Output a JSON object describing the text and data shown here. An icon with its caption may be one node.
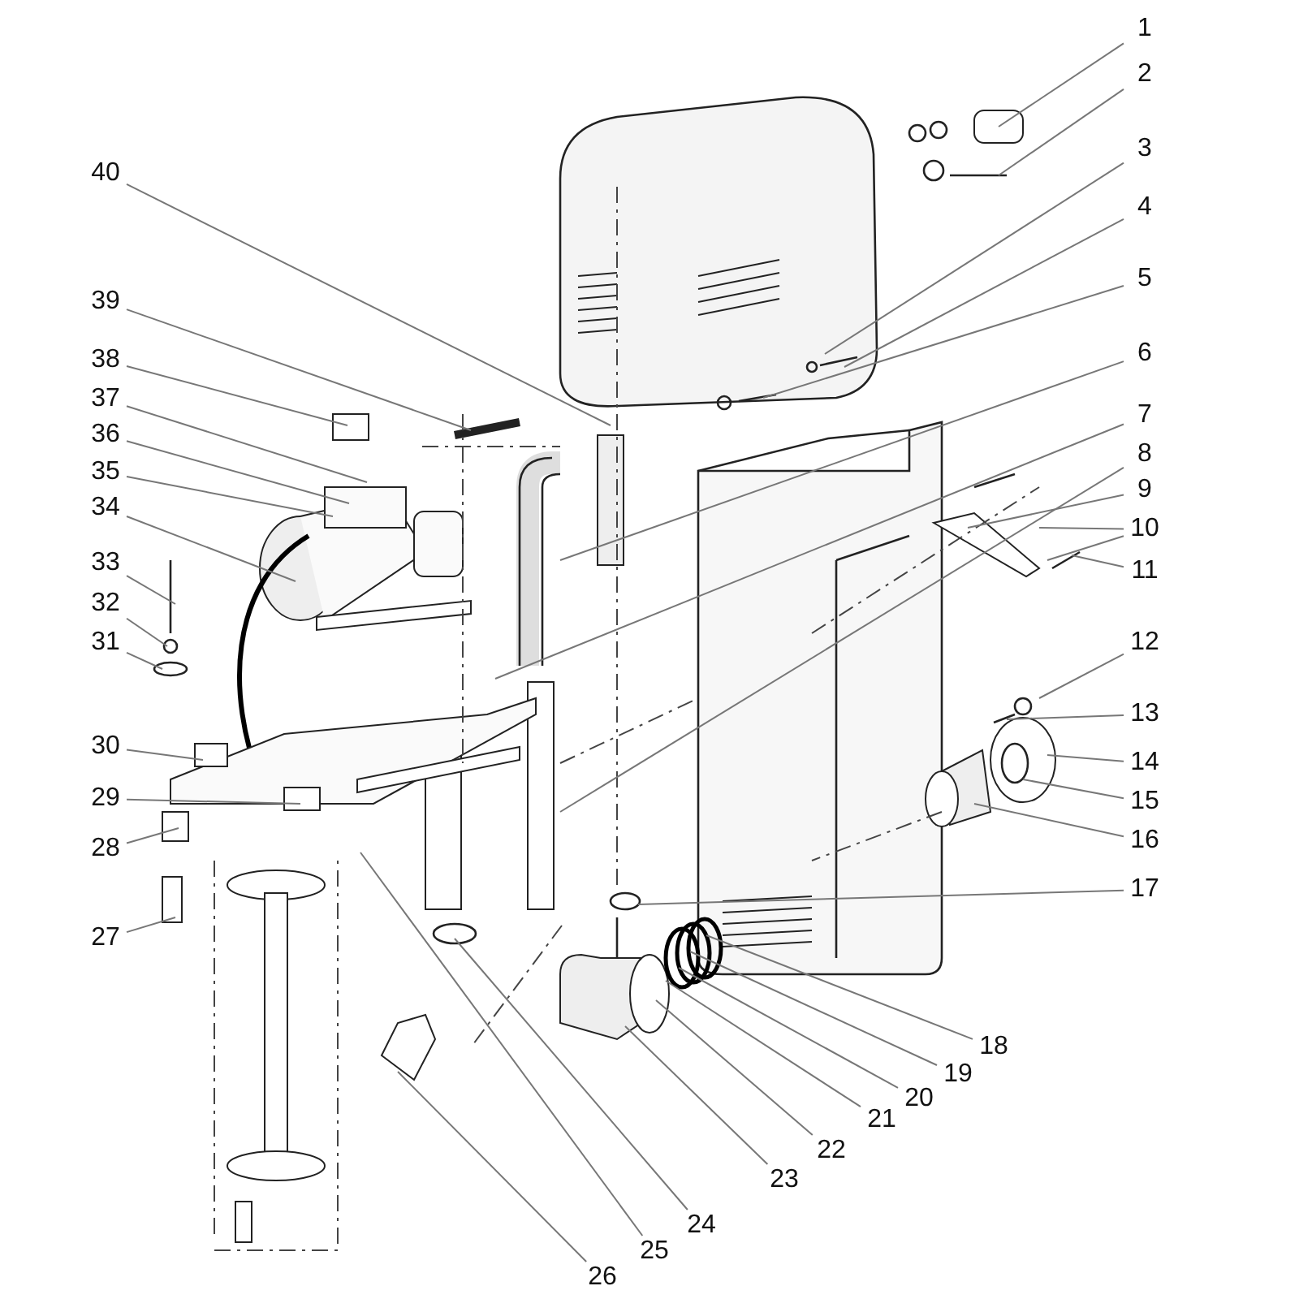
{
  "diagram": {
    "nodes": [
      {
        "text": [
          "1"
        ]
      },
      {
        "text": [
          "2"
        ]
      },
      {
        "text": [
          "3"
        ]
      },
      {
        "text": [
          "4"
        ]
      },
      {
        "text": [
          "5"
        ]
      },
      {
        "text": [
          "6"
        ]
      },
      {
        "text": [
          "7"
        ]
      },
      {
        "text": [
          "8"
        ]
      },
      {
        "text": [
          "9"
        ]
      },
      {
        "text": [
          "10"
        ]
      },
      {
        "text": [
          "11"
        ]
      },
      {
        "text": [
          "12"
        ]
      },
      {
        "text": [
          "13"
        ]
      },
      {
        "text": [
          "14"
        ]
      },
      {
        "text": [
          "15"
        ]
      },
      {
        "text": [
          "16"
        ]
      },
      {
        "text": [
          "17"
        ]
      },
      {
        "text": [
          "18"
        ]
      },
      {
        "text": [
          "19"
        ]
      },
      {
        "text": [
          "20"
        ]
      },
      {
        "text": [
          "21"
        ]
      },
      {
        "text": [
          "22"
        ]
      },
      {
        "text": [
          "23"
        ]
      },
      {
        "text": [
          "24"
        ]
      },
      {
        "text": [
          "25"
        ]
      },
      {
        "text": [
          "26"
        ]
      },
      {
        "text": [
          "27"
        ]
      },
      {
        "text": [
          "28"
        ]
      },
      {
        "text": [
          "29"
        ]
      },
      {
        "text": [
          "30"
        ]
      },
      {
        "text": [
          "31"
        ]
      },
      {
        "text": [
          "32"
        ]
      },
      {
        "text": [
          "33"
        ]
      },
      {
        "text": [
          "34"
        ]
      },
      {
        "text": [
          "35"
        ]
      },
      {
        "text": [
          "36"
        ]
      },
      {
        "text": [
          "37"
        ]
      },
      {
        "text": [
          "38"
        ]
      },
      {
        "text": [
          "39"
        ]
      },
      {
        "text": [
          "40"
        ]
      }
    ],
    "edges": [
      {
        "from": 0,
        "to": null,
        "arrow": "none"
      },
      {
        "from": 1,
        "to": null,
        "arrow": "none"
      },
      {
        "from": 2,
        "to": null,
        "arrow": "none"
      },
      {
        "from": 3,
        "to": null,
        "arrow": "none"
      },
      {
        "from": 4,
        "to": null,
        "arrow": "none"
      },
      {
        "from": 5,
        "to": null,
        "arrow": "none"
      },
      {
        "from": 6,
        "to": null,
        "arrow": "none"
      },
      {
        "from": 7,
        "to": null,
        "arrow": "none"
      },
      {
        "from": 8,
        "to": null,
        "arrow": "none"
      },
      {
        "from": 9,
        "to": null,
        "arrow": "none"
      },
      {
        "from": 9,
        "to": null,
        "arrow": "none"
      },
      {
        "from": 10,
        "to": null,
        "arrow": "none"
      },
      {
        "from": 11,
        "to": null,
        "arrow": "none"
      },
      {
        "from": 12,
        "to": null,
        "arrow": "none"
      },
      {
        "from": 13,
        "to": null,
        "arrow": "none"
      },
      {
        "from": 14,
        "to": null,
        "arrow": "none"
      },
      {
        "from": 15,
        "to": null,
        "arrow": "none"
      },
      {
        "from": 16,
        "to": null,
        "arrow": "none"
      },
      {
        "from": 17,
        "to": null,
        "arrow": "none"
      },
      {
        "from": 18,
        "to": null,
        "arrow": "none"
      },
      {
        "from": 19,
        "to": null,
        "arrow": "none"
      },
      {
        "from": 20,
        "to": null,
        "arrow": "none"
      },
      {
        "from": 21,
        "to": null,
        "arrow": "none"
      },
      {
        "from": 22,
        "to": null,
        "arrow": "none"
      },
      {
        "from": 23,
        "to": null,
        "arrow": "none"
      },
      {
        "from": 24,
        "to": null,
        "arrow": "none"
      },
      {
        "from": 25,
        "to": null,
        "arrow": "none"
      },
      {
        "from": 26,
        "to": null,
        "arrow": "none"
      },
      {
        "from": 27,
        "to": null,
        "arrow": "none"
      },
      {
        "from": 28,
        "to": null,
        "arrow": "none"
      },
      {
        "from": 29,
        "to": null,
        "arrow": "none"
      },
      {
        "from": 30,
        "to": null,
        "arrow": "none"
      },
      {
        "from": 31,
        "to": null,
        "arrow": "none"
      },
      {
        "from": 32,
        "to": null,
        "arrow": "none"
      },
      {
        "from": 33,
        "to": null,
        "arrow": "none"
      },
      {
        "from": 34,
        "to": null,
        "arrow": "none"
      },
      {
        "from": 35,
        "to": null,
        "arrow": "none"
      },
      {
        "from": 36,
        "to": null,
        "arrow": "none"
      },
      {
        "from": 37,
        "to": null,
        "arrow": "none"
      },
      {
        "from": 38,
        "to": null,
        "arrow": "none"
      },
      {
        "from": 39,
        "to": null,
        "arrow": "none"
      }
    ]
  }
}
